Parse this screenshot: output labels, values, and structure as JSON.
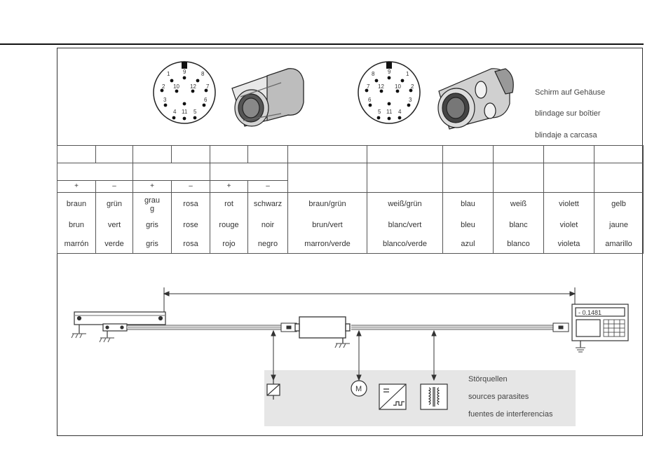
{
  "shield_notes": [
    "Schirm auf Gehäuse",
    "blindage sur boîtier",
    "blindaje a carcasa"
  ],
  "pin_labels_left": [
    "1",
    "9",
    "8",
    "2",
    "10",
    "12",
    "7",
    "3",
    "6",
    "4",
    "11",
    "5"
  ],
  "pin_labels_right": [
    "8",
    "9",
    "1",
    "7",
    "12",
    "10",
    "2",
    "6",
    "3",
    "5",
    "11",
    "4"
  ],
  "signs": [
    "+",
    "–",
    "+",
    "–",
    "+",
    "–"
  ],
  "colors": {
    "de": [
      "braun",
      "grün",
      "grau",
      "rosa",
      "rot",
      "schwarz",
      "braun/grün",
      "weiß/grün",
      "blau",
      "weiß",
      "violett",
      "gelb"
    ],
    "fr": [
      "brun",
      "vert",
      "gris",
      "rose",
      "rouge",
      "noir",
      "brun/vert",
      "blanc/vert",
      "bleu",
      "blanc",
      "violet",
      "jaune"
    ],
    "es": [
      "marrón",
      "verde",
      "gris",
      "rosa",
      "rojo",
      "negro",
      "marron/verde",
      "blanco/verde",
      "azul",
      "blanco",
      "violeta",
      "amarillo"
    ]
  },
  "grau_overflow": "g",
  "display_value": "-    0.1481",
  "motor_label": "M",
  "interference": [
    "Störquellen",
    "sources parasites",
    "fuentes de interferencias"
  ]
}
